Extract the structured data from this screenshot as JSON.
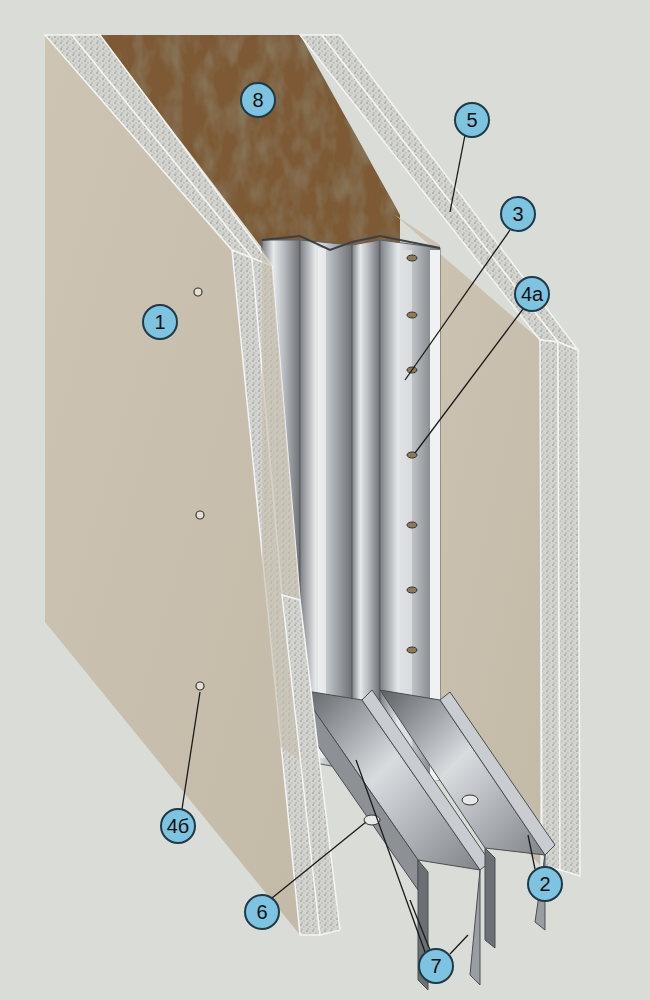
{
  "diagram": {
    "labels": [
      "8",
      "5",
      "3",
      "4a",
      "1",
      "4б",
      "2",
      "6",
      "7"
    ]
  }
}
